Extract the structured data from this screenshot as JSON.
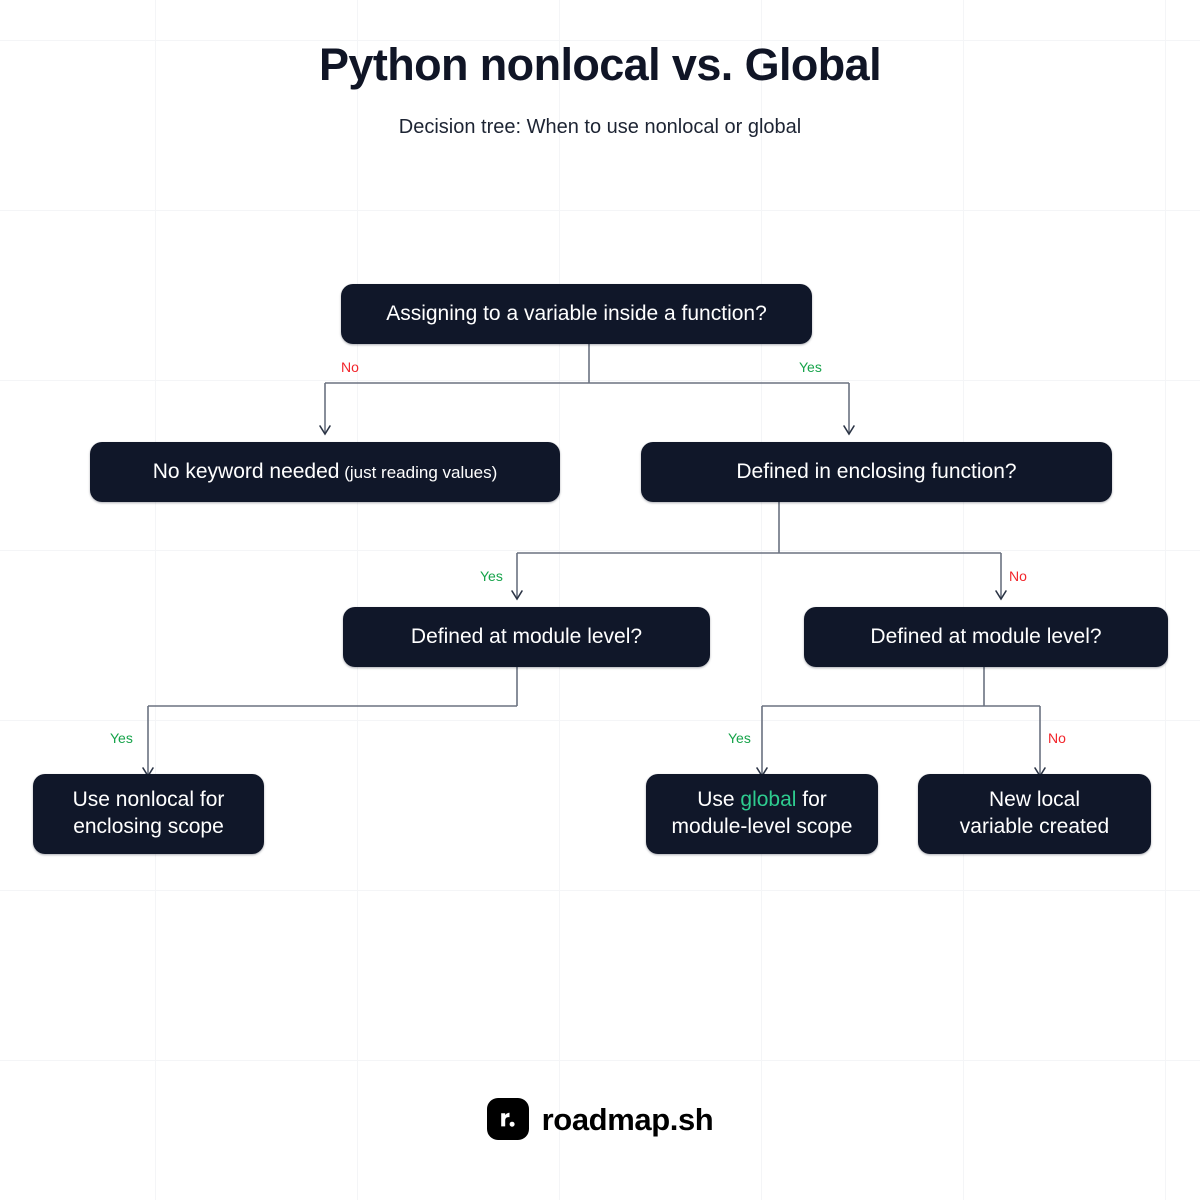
{
  "header": {
    "title": "Python nonlocal vs. Global",
    "subtitle": "Decision tree: When to use nonlocal or global"
  },
  "colors": {
    "node_bg": "#101729",
    "node_text": "#ffffff",
    "accent_green": "#2ecc8f",
    "yes_label": "#16a34a",
    "no_label": "#f2252b",
    "edge": "#6b7280",
    "page_bg": "#ffffff",
    "grid_line": "#f4f5f7",
    "title_text": "#101526"
  },
  "chart_data": {
    "type": "diagram",
    "diagram_kind": "decision-tree",
    "title": "Python nonlocal vs. Global",
    "subtitle": "Decision tree: When to use nonlocal or global",
    "nodes": [
      {
        "id": "n1",
        "label": "Assigning to a variable inside a function?",
        "kind": "decision"
      },
      {
        "id": "n2",
        "label": "No keyword needed (just reading values)",
        "kind": "leaf"
      },
      {
        "id": "n3",
        "label": "Defined in enclosing function?",
        "kind": "decision"
      },
      {
        "id": "n4",
        "label": "Defined at module level?",
        "kind": "decision"
      },
      {
        "id": "n5",
        "label": "Defined at module level?",
        "kind": "decision"
      },
      {
        "id": "n6",
        "label": "Use nonlocal for enclosing scope",
        "kind": "leaf"
      },
      {
        "id": "n7",
        "label": "Use global for module-level scope",
        "kind": "leaf"
      },
      {
        "id": "n8",
        "label": "New local variable created",
        "kind": "leaf"
      }
    ],
    "edges": [
      {
        "from": "n1",
        "to": "n2",
        "label": "No"
      },
      {
        "from": "n1",
        "to": "n3",
        "label": "Yes"
      },
      {
        "from": "n3",
        "to": "n4",
        "label": "Yes"
      },
      {
        "from": "n3",
        "to": "n5",
        "label": "No"
      },
      {
        "from": "n4",
        "to": "n6",
        "label": "Yes"
      },
      {
        "from": "n5",
        "to": "n7",
        "label": "Yes"
      },
      {
        "from": "n5",
        "to": "n8",
        "label": "No"
      }
    ]
  },
  "nodes": {
    "root": {
      "text": "Assigning to a variable inside a function?"
    },
    "no_keyword": {
      "main": "No keyword needed",
      "note": "(just reading values)"
    },
    "enclosing": {
      "text": "Defined in enclosing function?"
    },
    "module_left": {
      "text": "Defined at module level?"
    },
    "module_right": {
      "text": "Defined at module level?"
    },
    "use_nonlocal": {
      "line1": "Use nonlocal for",
      "line2": "enclosing scope"
    },
    "use_global": {
      "pre": "Use ",
      "keyword": "global",
      "post": " for",
      "line2": "module-level scope"
    },
    "new_local": {
      "line1": "New local",
      "line2": "variable created"
    }
  },
  "edge_labels": {
    "root_no": "No",
    "root_yes": "Yes",
    "enclosing_yes": "Yes",
    "enclosing_no": "No",
    "module_left_yes": "Yes",
    "module_right_yes": "Yes",
    "module_right_no": "No"
  },
  "brand": {
    "name": "roadmap.sh",
    "mark_glyph": "r."
  }
}
